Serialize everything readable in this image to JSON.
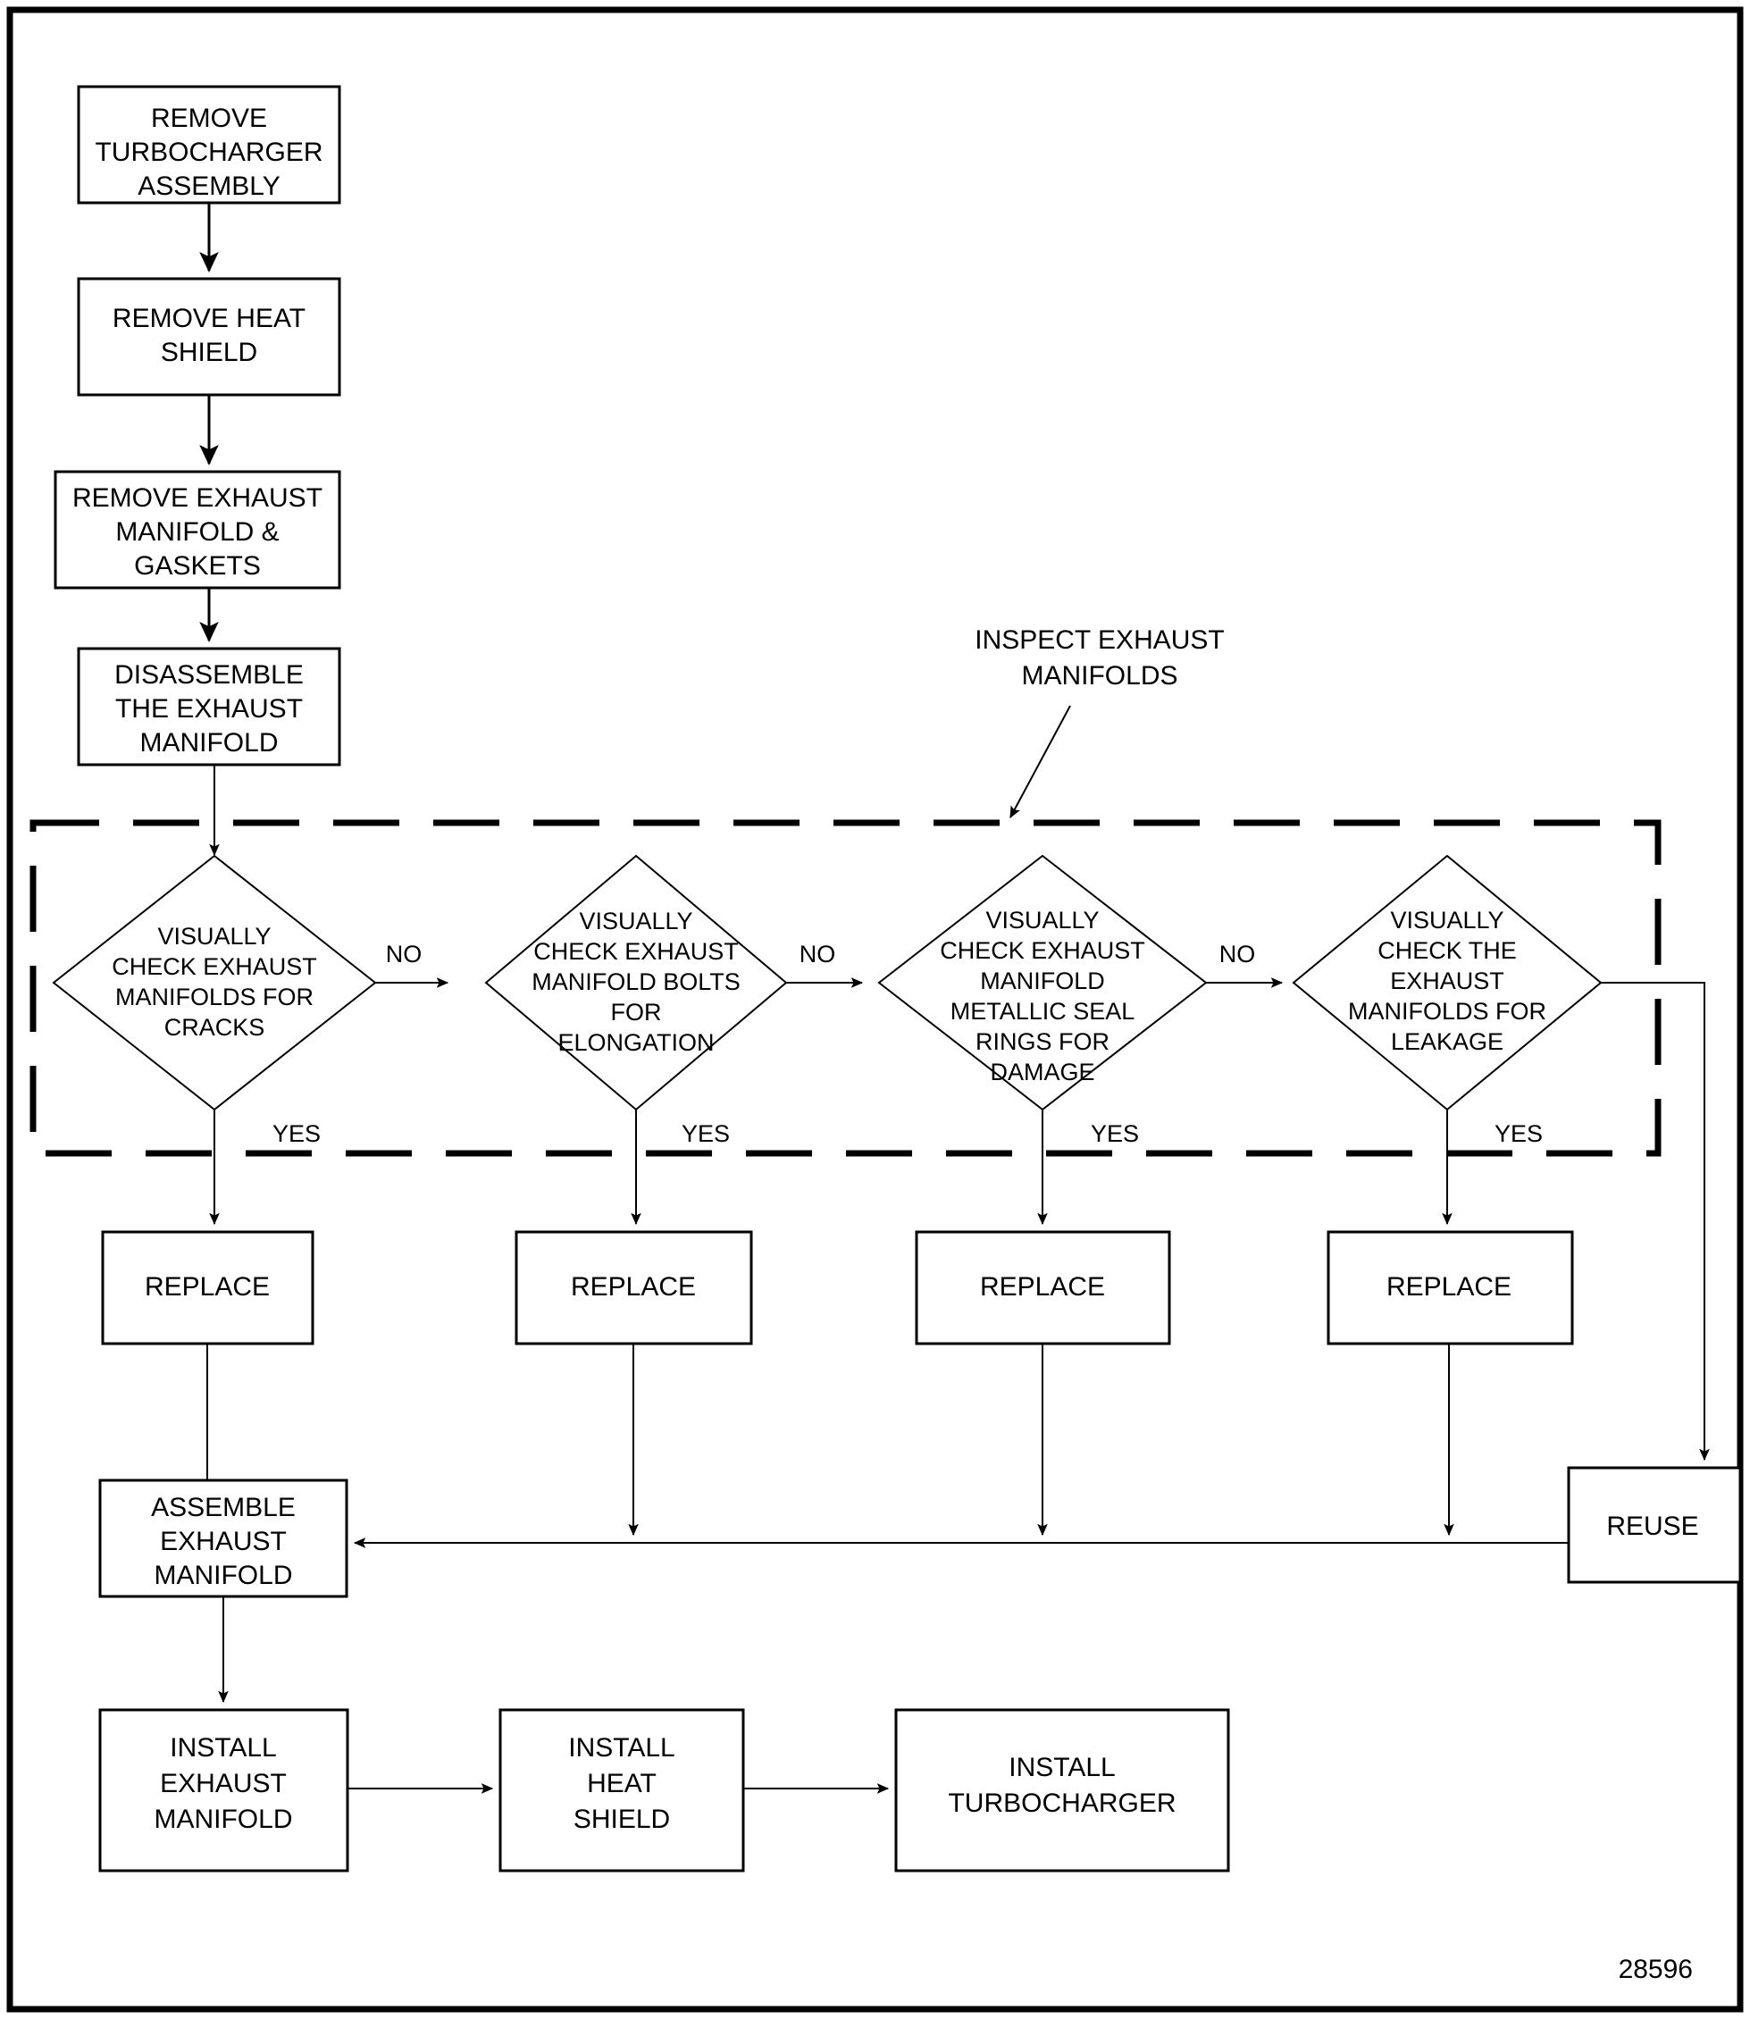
{
  "diagram": {
    "title": "Exhaust Manifold Service Flowchart",
    "figure_id": "28596",
    "annotation": {
      "line1": "INSPECT EXHAUST",
      "line2": "MANIFOLDS"
    },
    "labels": {
      "yes": "YES",
      "no": "NO"
    },
    "colors": {
      "stroke": "#000000",
      "fill": "#ffffff"
    }
  },
  "steps": {
    "remove_turbo": {
      "l1": "REMOVE",
      "l2": "TURBOCHARGER",
      "l3": "ASSEMBLY"
    },
    "remove_heat_shield": {
      "l1": "REMOVE HEAT",
      "l2": "SHIELD"
    },
    "remove_manifold": {
      "l1": "REMOVE EXHAUST",
      "l2": "MANIFOLD &",
      "l3": "GASKETS"
    },
    "disassemble": {
      "l1": "DISASSEMBLE",
      "l2": "THE EXHAUST",
      "l3": "MANIFOLD"
    },
    "assemble": {
      "l1": "ASSEMBLE",
      "l2": "EXHAUST",
      "l3": "MANIFOLD"
    },
    "install_manifold": {
      "l1": "INSTALL",
      "l2": "EXHAUST",
      "l3": "MANIFOLD"
    },
    "install_heat_shield": {
      "l1": "INSTALL",
      "l2": "HEAT",
      "l3": "SHIELD"
    },
    "install_turbo": {
      "l1": "INSTALL",
      "l2": "TURBOCHARGER"
    },
    "reuse": {
      "l1": "REUSE"
    }
  },
  "decisions": [
    {
      "id": "cracks",
      "l1": "VISUALLY",
      "l2": "CHECK EXHAUST",
      "l3": "MANIFOLDS FOR",
      "l4": "CRACKS",
      "l5": "",
      "yes": "YES",
      "no": "NO"
    },
    {
      "id": "bolts",
      "l1": "VISUALLY",
      "l2": "CHECK EXHAUST",
      "l3": "MANIFOLD BOLTS",
      "l4": "FOR",
      "l5": "ELONGATION",
      "yes": "YES",
      "no": "NO"
    },
    {
      "id": "sealrings",
      "l1": "VISUALLY",
      "l2": "CHECK EXHAUST",
      "l3": "MANIFOLD",
      "l4": "METALLIC SEAL",
      "l5": "RINGS FOR",
      "l6": "DAMAGE",
      "yes": "YES",
      "no": "NO"
    },
    {
      "id": "leakage",
      "l1": "VISUALLY",
      "l2": "CHECK THE",
      "l3": "EXHAUST",
      "l4": "MANIFOLDS FOR",
      "l5": "LEAKAGE",
      "yes": "YES",
      "no": ""
    }
  ],
  "replace_boxes": [
    {
      "label": "REPLACE"
    },
    {
      "label": "REPLACE"
    },
    {
      "label": "REPLACE"
    },
    {
      "label": "REPLACE"
    }
  ]
}
